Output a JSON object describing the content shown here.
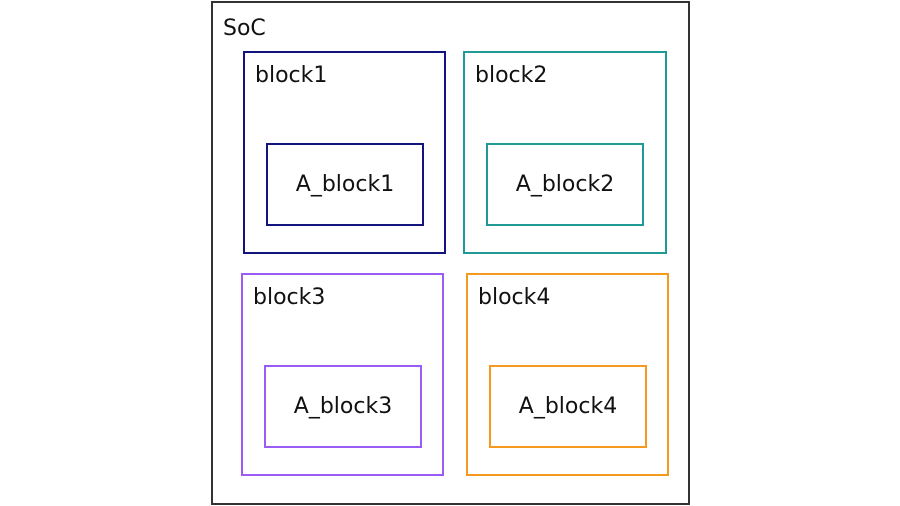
{
  "diagram": {
    "title": "SoC",
    "colors": {
      "soc": "#333333"
    },
    "blocks": [
      {
        "label": "block1",
        "inner_label": "A_block1",
        "color": "#14147f"
      },
      {
        "label": "block2",
        "inner_label": "A_block2",
        "color": "#1f9a94"
      },
      {
        "label": "block3",
        "inner_label": "A_block3",
        "color": "#9b5cf6"
      },
      {
        "label": "block4",
        "inner_label": "A_block4",
        "color": "#f59a1e"
      }
    ]
  }
}
